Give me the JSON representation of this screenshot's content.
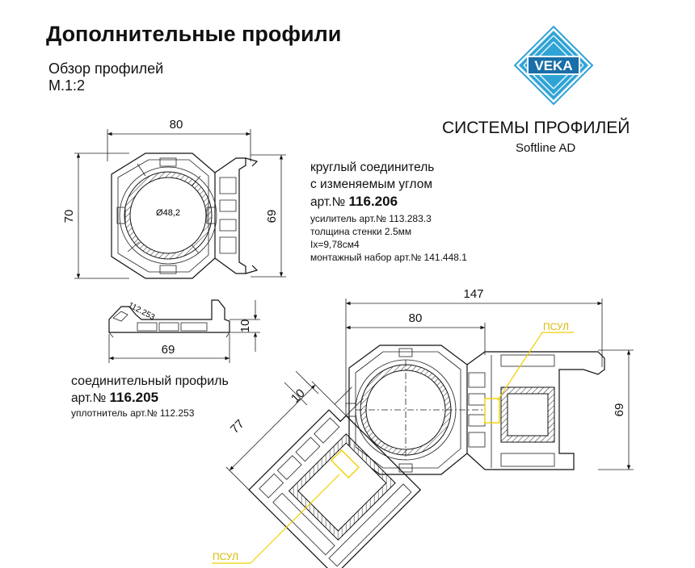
{
  "header": {
    "title": "Дополнительные профили",
    "subtitle_line1": "Обзор профилей",
    "subtitle_line2": "M.1:2"
  },
  "brand": {
    "logo_text": "VEKA",
    "name": "СИСТЕМЫ ПРОФИЛЕЙ",
    "series": "Softline AD",
    "colors": {
      "logo_blue": "#2fa3d6",
      "logo_dark": "#1a6fa8",
      "psul_yellow": "#f0d000"
    }
  },
  "round_connector": {
    "line1": "круглый соединитель",
    "line2": "с изменяемым углом",
    "art_prefix": "арт.№ ",
    "art_number": "116.206",
    "spec1": "усилитель арт.№ 113.283.3",
    "spec2": "толщина стенки 2.5мм",
    "spec3": "Ix=9,78см4",
    "spec4": "монтажный набор арт.№ 141.448.1",
    "dim_width": "80",
    "dim_height_left": "70",
    "dim_height_right": "69",
    "diameter": "Ø48,2"
  },
  "connecting_profile": {
    "line1": "соединительный профиль",
    "art_prefix": "арт.№ ",
    "art_number": "116.205",
    "seal": "уплотнитель арт.№ 112.253",
    "seal_label": "112.253",
    "dim_width": "69",
    "dim_height": "10"
  },
  "assembly": {
    "dim_total": "147",
    "dim_80": "80",
    "dim_69": "69",
    "dim_77": "77",
    "dim_10": "10",
    "psul_top": "ПСУЛ",
    "psul_bottom": "ПСУЛ"
  }
}
